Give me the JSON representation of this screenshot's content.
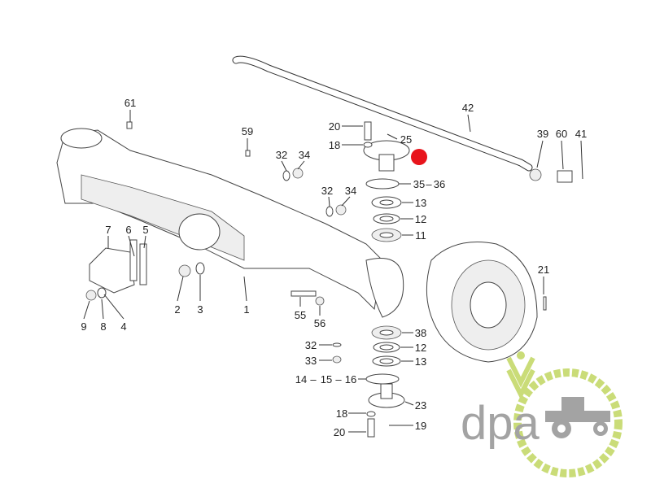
{
  "diagram": {
    "callouts": [
      "61",
      "59",
      "32",
      "34",
      "20",
      "18",
      "25",
      "42",
      "39",
      "60",
      "41",
      "35",
      "36",
      "32",
      "34",
      "13",
      "12",
      "11",
      "7",
      "6",
      "5",
      "21",
      "2",
      "3",
      "1",
      "9",
      "8",
      "4",
      "55",
      "56",
      "38",
      "32",
      "12",
      "33",
      "13",
      "14",
      "15",
      "16",
      "23",
      "18",
      "19",
      "20"
    ],
    "highlight_color": "#e8141c"
  },
  "logo": {
    "text": "dpa",
    "gray": "#9a9a9a",
    "green": "#c5d96a"
  }
}
